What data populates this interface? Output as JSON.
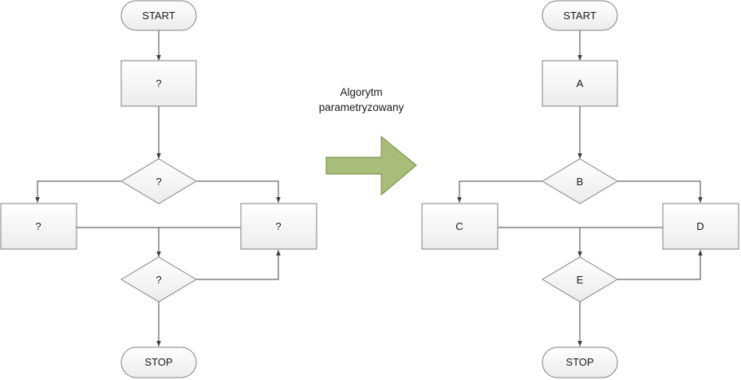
{
  "left_flowchart": {
    "start": "START",
    "box_top": "?",
    "decision_1": "?",
    "box_left": "?",
    "box_right": "?",
    "decision_2": "?",
    "stop": "STOP"
  },
  "transform_arrow": {
    "caption_line1": "Algorytm",
    "caption_line2": "parametryzowany",
    "color": "#a9bd7b"
  },
  "right_flowchart": {
    "start": "START",
    "box_top": "A",
    "decision_1": "B",
    "box_left": "C",
    "box_right": "D",
    "decision_2": "E",
    "stop": "STOP"
  },
  "colors": {
    "shape_fill_top": "#ffffff",
    "shape_fill_bottom": "#efefef",
    "shape_stroke": "#7f7f7f",
    "connector": "#404040"
  }
}
